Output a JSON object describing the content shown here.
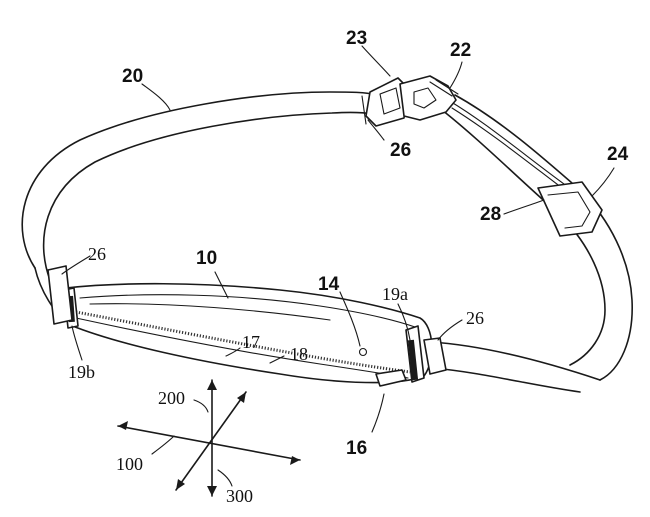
{
  "labels": {
    "l10": "10",
    "l14": "14",
    "l16": "16",
    "l17": "17",
    "l18": "18",
    "l19a": "19a",
    "l19b": "19b",
    "l20": "20",
    "l22": "22",
    "l23": "23",
    "l24": "24",
    "l26a": "26",
    "l26b": "26",
    "l26c": "26",
    "l28": "28",
    "l100": "100",
    "l200": "200",
    "l300": "300"
  }
}
